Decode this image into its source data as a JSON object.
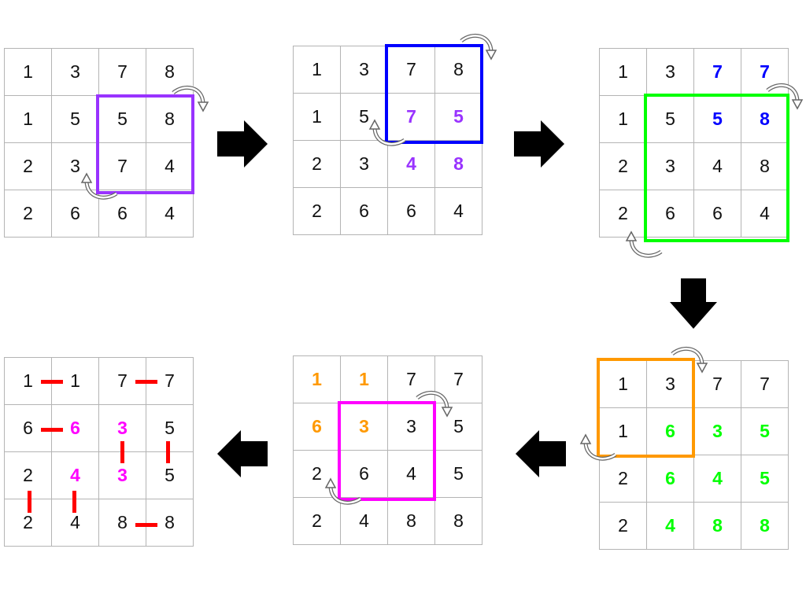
{
  "colors": {
    "purple": "#9933ff",
    "blue": "#0000ff",
    "green": "#00ff00",
    "orange": "#ff9900",
    "magenta": "#ff00ff",
    "red": "#ff0000",
    "black": "#111111"
  },
  "grids": [
    {
      "name": "step-1",
      "frame_color": "purple",
      "cells": [
        [
          {
            "v": "1"
          },
          {
            "v": "3"
          },
          {
            "v": "7"
          },
          {
            "v": "8"
          }
        ],
        [
          {
            "v": "1"
          },
          {
            "v": "5"
          },
          {
            "v": "5"
          },
          {
            "v": "8"
          }
        ],
        [
          {
            "v": "2"
          },
          {
            "v": "3"
          },
          {
            "v": "7"
          },
          {
            "v": "4"
          }
        ],
        [
          {
            "v": "2"
          },
          {
            "v": "6"
          },
          {
            "v": "6"
          },
          {
            "v": "4"
          }
        ]
      ]
    },
    {
      "name": "step-2",
      "frame_color": "blue",
      "cells": [
        [
          {
            "v": "1"
          },
          {
            "v": "3"
          },
          {
            "v": "7"
          },
          {
            "v": "8"
          }
        ],
        [
          {
            "v": "1"
          },
          {
            "v": "5"
          },
          {
            "v": "7",
            "c": "purple"
          },
          {
            "v": "5",
            "c": "purple"
          }
        ],
        [
          {
            "v": "2"
          },
          {
            "v": "3"
          },
          {
            "v": "4",
            "c": "purple"
          },
          {
            "v": "8",
            "c": "purple"
          }
        ],
        [
          {
            "v": "2"
          },
          {
            "v": "6"
          },
          {
            "v": "6"
          },
          {
            "v": "4"
          }
        ]
      ]
    },
    {
      "name": "step-3",
      "frame_color": "green",
      "cells": [
        [
          {
            "v": "1"
          },
          {
            "v": "3"
          },
          {
            "v": "7",
            "c": "blue"
          },
          {
            "v": "7",
            "c": "blue"
          }
        ],
        [
          {
            "v": "1"
          },
          {
            "v": "5"
          },
          {
            "v": "5",
            "c": "blue"
          },
          {
            "v": "8",
            "c": "blue"
          }
        ],
        [
          {
            "v": "2"
          },
          {
            "v": "3"
          },
          {
            "v": "4"
          },
          {
            "v": "8"
          }
        ],
        [
          {
            "v": "2"
          },
          {
            "v": "6"
          },
          {
            "v": "6"
          },
          {
            "v": "4"
          }
        ]
      ]
    },
    {
      "name": "step-4",
      "frame_color": "orange",
      "cells": [
        [
          {
            "v": "1"
          },
          {
            "v": "3"
          },
          {
            "v": "7"
          },
          {
            "v": "7"
          }
        ],
        [
          {
            "v": "1"
          },
          {
            "v": "6",
            "c": "green"
          },
          {
            "v": "3",
            "c": "green"
          },
          {
            "v": "5",
            "c": "green"
          }
        ],
        [
          {
            "v": "2"
          },
          {
            "v": "6",
            "c": "green"
          },
          {
            "v": "4",
            "c": "green"
          },
          {
            "v": "5",
            "c": "green"
          }
        ],
        [
          {
            "v": "2"
          },
          {
            "v": "4",
            "c": "green"
          },
          {
            "v": "8",
            "c": "green"
          },
          {
            "v": "8",
            "c": "green"
          }
        ]
      ]
    },
    {
      "name": "step-5",
      "frame_color": "magenta",
      "cells": [
        [
          {
            "v": "1",
            "c": "orange"
          },
          {
            "v": "1",
            "c": "orange"
          },
          {
            "v": "7"
          },
          {
            "v": "7"
          }
        ],
        [
          {
            "v": "6",
            "c": "orange"
          },
          {
            "v": "3",
            "c": "orange"
          },
          {
            "v": "3"
          },
          {
            "v": "5"
          }
        ],
        [
          {
            "v": "2"
          },
          {
            "v": "6"
          },
          {
            "v": "4"
          },
          {
            "v": "5"
          }
        ],
        [
          {
            "v": "2"
          },
          {
            "v": "4"
          },
          {
            "v": "8"
          },
          {
            "v": "8"
          }
        ]
      ]
    },
    {
      "name": "step-6",
      "frame_color": "",
      "cells": [
        [
          {
            "v": "1"
          },
          {
            "v": "1"
          },
          {
            "v": "7"
          },
          {
            "v": "7"
          }
        ],
        [
          {
            "v": "6"
          },
          {
            "v": "6",
            "c": "magenta"
          },
          {
            "v": "3",
            "c": "magenta"
          },
          {
            "v": "5"
          }
        ],
        [
          {
            "v": "2"
          },
          {
            "v": "4",
            "c": "magenta"
          },
          {
            "v": "3",
            "c": "magenta"
          },
          {
            "v": "5"
          }
        ],
        [
          {
            "v": "2"
          },
          {
            "v": "4"
          },
          {
            "v": "8"
          },
          {
            "v": "8"
          }
        ]
      ]
    }
  ],
  "arrows": [
    "right",
    "right",
    "down",
    "left",
    "left"
  ]
}
